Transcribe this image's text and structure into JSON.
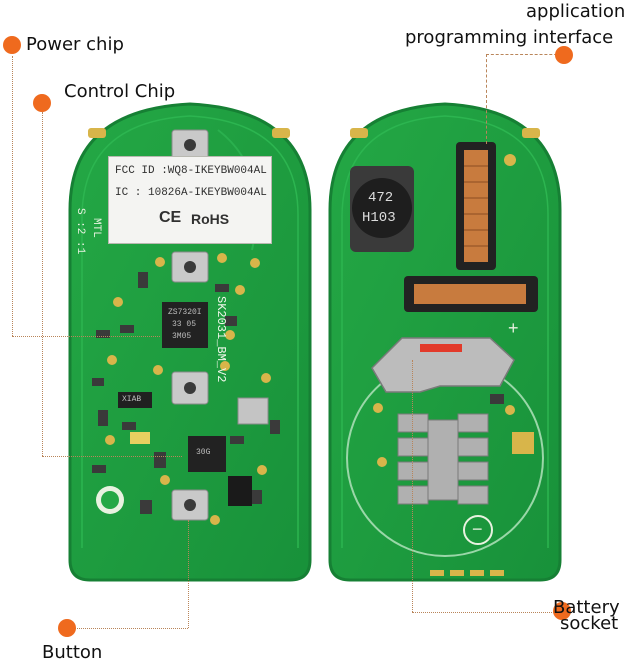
{
  "callouts": {
    "power_chip": "Power chip",
    "control_chip": "Control Chip",
    "app_interface_line1": "application",
    "app_interface_line2": "programming interface",
    "battery_line1": "Battery",
    "battery_line2": "socket",
    "button": "Button"
  },
  "board_left": {
    "fcc_line": "FCC ID :WQ8-IKEYBW004AL",
    "ic_line": "IC :  10826A-IKEYBW004AL",
    "ce_mark": "CE",
    "rohs": "RoHS",
    "silk_model": "SK2031_BM_V2",
    "silk_mtl": "MTL",
    "silk_s": "S :2 :1",
    "chip1_text": "ZS7320I",
    "chip1_text2": "33 05",
    "chip1_text3": "3M05",
    "chip2_text": "30G",
    "chip3_text": "XIAB"
  },
  "board_right": {
    "inductor_line1": "472",
    "inductor_line2": "H103",
    "plus_mark": "+",
    "minus_mark": "−"
  },
  "colors": {
    "pcb": "#1fa03c",
    "pcb_edge": "#178030",
    "pad_gold": "#d8b54a",
    "callout_dot": "#ef6a1e",
    "leader_line": "#b9855a"
  }
}
